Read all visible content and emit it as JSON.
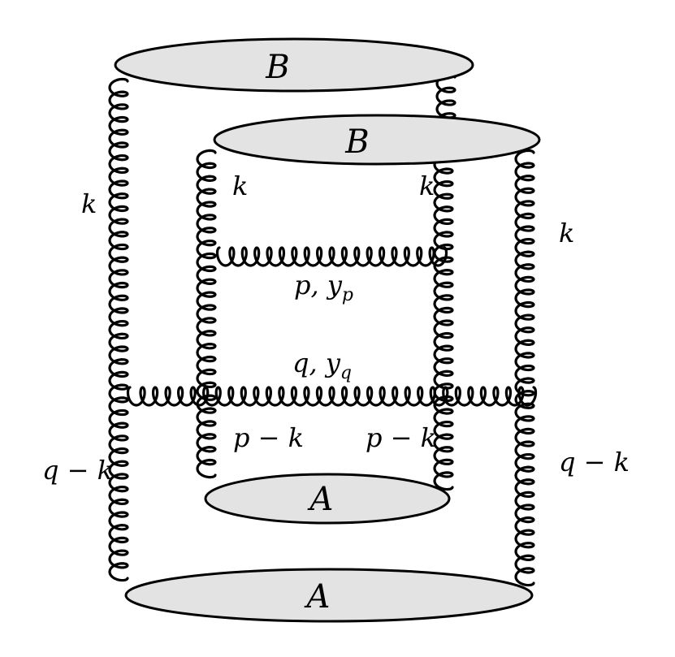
{
  "blobs": {
    "outer_top": "B",
    "inner_top": "B",
    "inner_bottom": "A",
    "outer_bottom": "A"
  },
  "labels": {
    "outer_left_upper": "k",
    "outer_left_lower": "q − k",
    "outer_right_upper": "k",
    "outer_right_lower": "q − k",
    "inner_left_upper": "k",
    "inner_left_lower": "p − k",
    "inner_right_upper": "k",
    "inner_right_lower": "p − k",
    "rung_p": "p, y",
    "rung_p_sub": "p",
    "rung_q": "q, y",
    "rung_q_sub": "q"
  }
}
